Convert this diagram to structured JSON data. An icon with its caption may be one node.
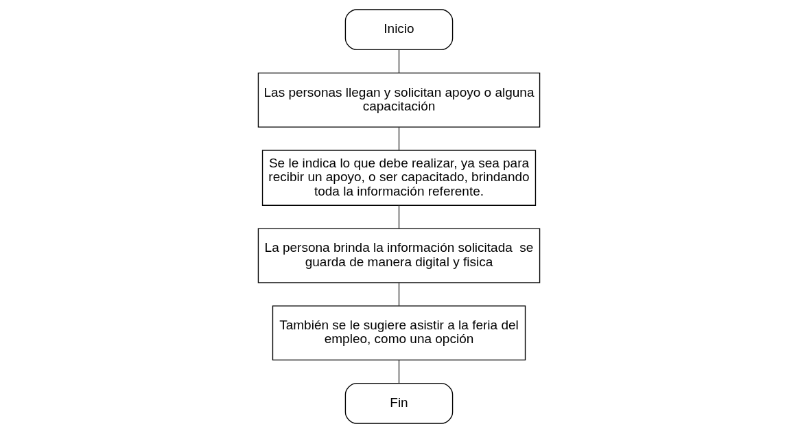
{
  "diagram": {
    "nodes": [
      {
        "text": [
          "Inicio"
        ]
      },
      {
        "text": [
          "Las personas llegan y solicitan apoyo o alguna capacitación"
        ]
      },
      {
        "text": [
          "Se le indica lo que debe realizar, ya sea para recibir un apoyo, o ser capacitado, brindando toda la información referente."
        ]
      },
      {
        "text": [
          "La persona brinda la información solicitada  se guarda de manera digital y fisica"
        ]
      },
      {
        "text": [
          "También se le sugiere asistir a la feria del empleo, como una opción"
        ]
      },
      {
        "text": [
          "Fin"
        ]
      }
    ],
    "edges": [
      {
        "from": 0,
        "to": 1,
        "arrow": "none"
      },
      {
        "from": 1,
        "to": 2,
        "arrow": "none"
      },
      {
        "from": 2,
        "to": 3,
        "arrow": "none"
      },
      {
        "from": 3,
        "to": 4,
        "arrow": "none"
      },
      {
        "from": 4,
        "to": 5,
        "arrow": "none"
      }
    ]
  }
}
